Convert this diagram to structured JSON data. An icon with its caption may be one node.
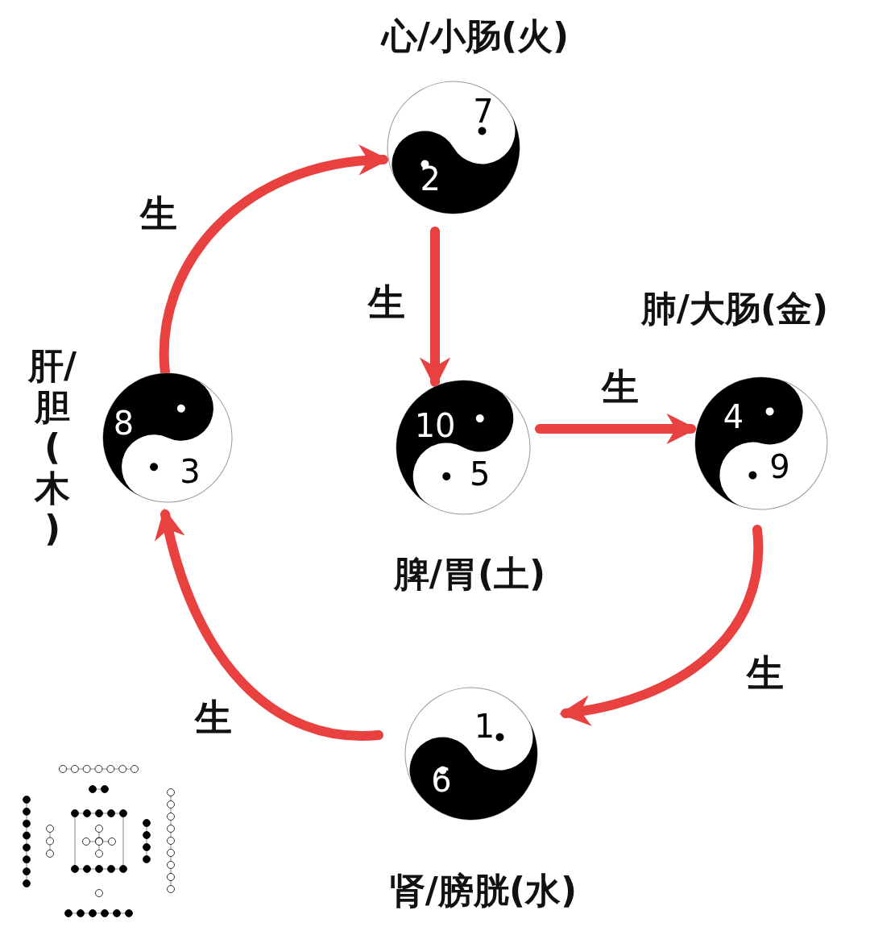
{
  "diagram": {
    "nodes": [
      {
        "text": [
          "7",
          "2"
        ],
        "beside": [
          "心/小肠(火)"
        ]
      },
      {
        "text": [
          "8",
          "3"
        ],
        "beside": [
          "肝/胆(木)"
        ]
      },
      {
        "text": [
          "10",
          "5"
        ],
        "beside": [
          "脾/胃(土)"
        ]
      },
      {
        "text": [
          "4",
          "9"
        ],
        "beside": [
          "肺/大肠(金)"
        ]
      },
      {
        "text": [
          "1",
          "6"
        ],
        "beside": [
          "肾/膀胱(水)"
        ]
      }
    ],
    "edges": [
      {
        "from": 1,
        "to": 0,
        "arrow": "to",
        "label": "生"
      },
      {
        "from": 0,
        "to": 2,
        "arrow": "to",
        "label": "生"
      },
      {
        "from": 2,
        "to": 3,
        "arrow": "to",
        "label": "生"
      },
      {
        "from": 3,
        "to": 4,
        "arrow": "to",
        "label": "生"
      },
      {
        "from": 4,
        "to": 1,
        "arrow": "to",
        "label": "生"
      }
    ]
  }
}
